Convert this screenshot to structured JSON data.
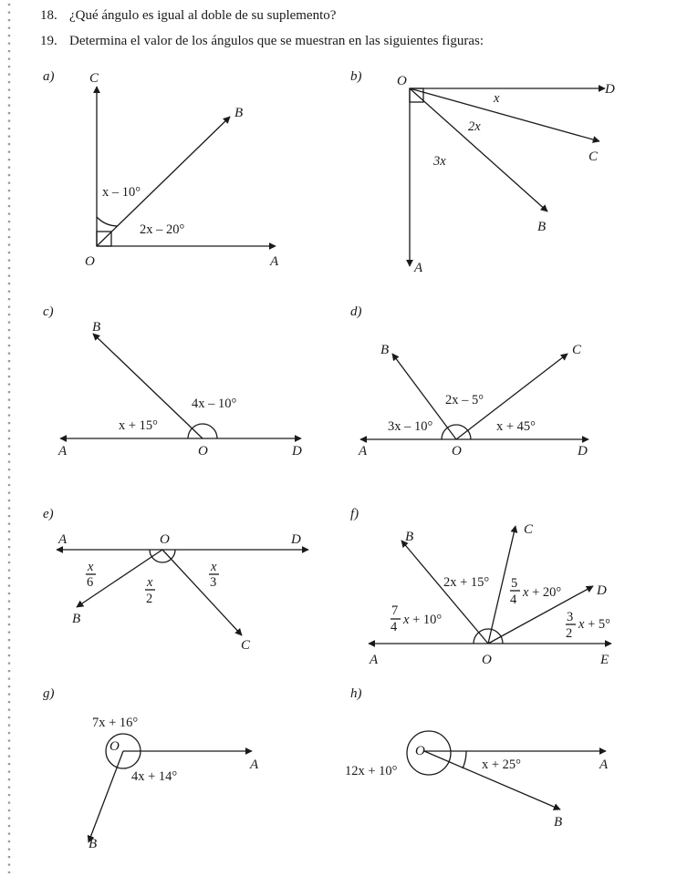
{
  "problems": [
    {
      "number": "18.",
      "text": "¿Qué ángulo es igual al doble de su suplemento?"
    },
    {
      "number": "19.",
      "text": "Determina el valor de los ángulos que se muestran en las siguientes figuras:"
    }
  ],
  "figures": {
    "a": {
      "panel": "a)",
      "points": [
        "C",
        "B",
        "O",
        "A"
      ],
      "angles": [
        "x – 10°",
        "2x – 20°"
      ]
    },
    "b": {
      "panel": "b)",
      "points": [
        "O",
        "D",
        "C",
        "B",
        "A"
      ],
      "angles": [
        "x",
        "2x",
        "3x"
      ]
    },
    "c": {
      "panel": "c)",
      "points": [
        "B",
        "A",
        "O",
        "D"
      ],
      "angles": [
        "x + 15°",
        "4x – 10°"
      ]
    },
    "d": {
      "panel": "d)",
      "points": [
        "B",
        "C",
        "A",
        "O",
        "D"
      ],
      "angles": [
        "3x – 10°",
        "2x – 5°",
        "x + 45°"
      ]
    },
    "e": {
      "panel": "e)",
      "points": [
        "A",
        "O",
        "D",
        "B",
        "C"
      ],
      "angles": [
        "x/6",
        "x/2",
        "x/3"
      ]
    },
    "f": {
      "panel": "f)",
      "points": [
        "B",
        "C",
        "D",
        "A",
        "O",
        "E"
      ],
      "angles": [
        "7/4 x + 10°",
        "2x + 15°",
        "5/4 x + 20°",
        "3/2 x + 5°"
      ]
    },
    "g": {
      "panel": "g)",
      "points": [
        "O",
        "A",
        "B"
      ],
      "angles": [
        "7x + 16°",
        "4x + 14°"
      ]
    },
    "h": {
      "panel": "h)",
      "points": [
        "O",
        "A",
        "B"
      ],
      "angles": [
        "12x + 10°",
        "x + 25°"
      ]
    }
  }
}
